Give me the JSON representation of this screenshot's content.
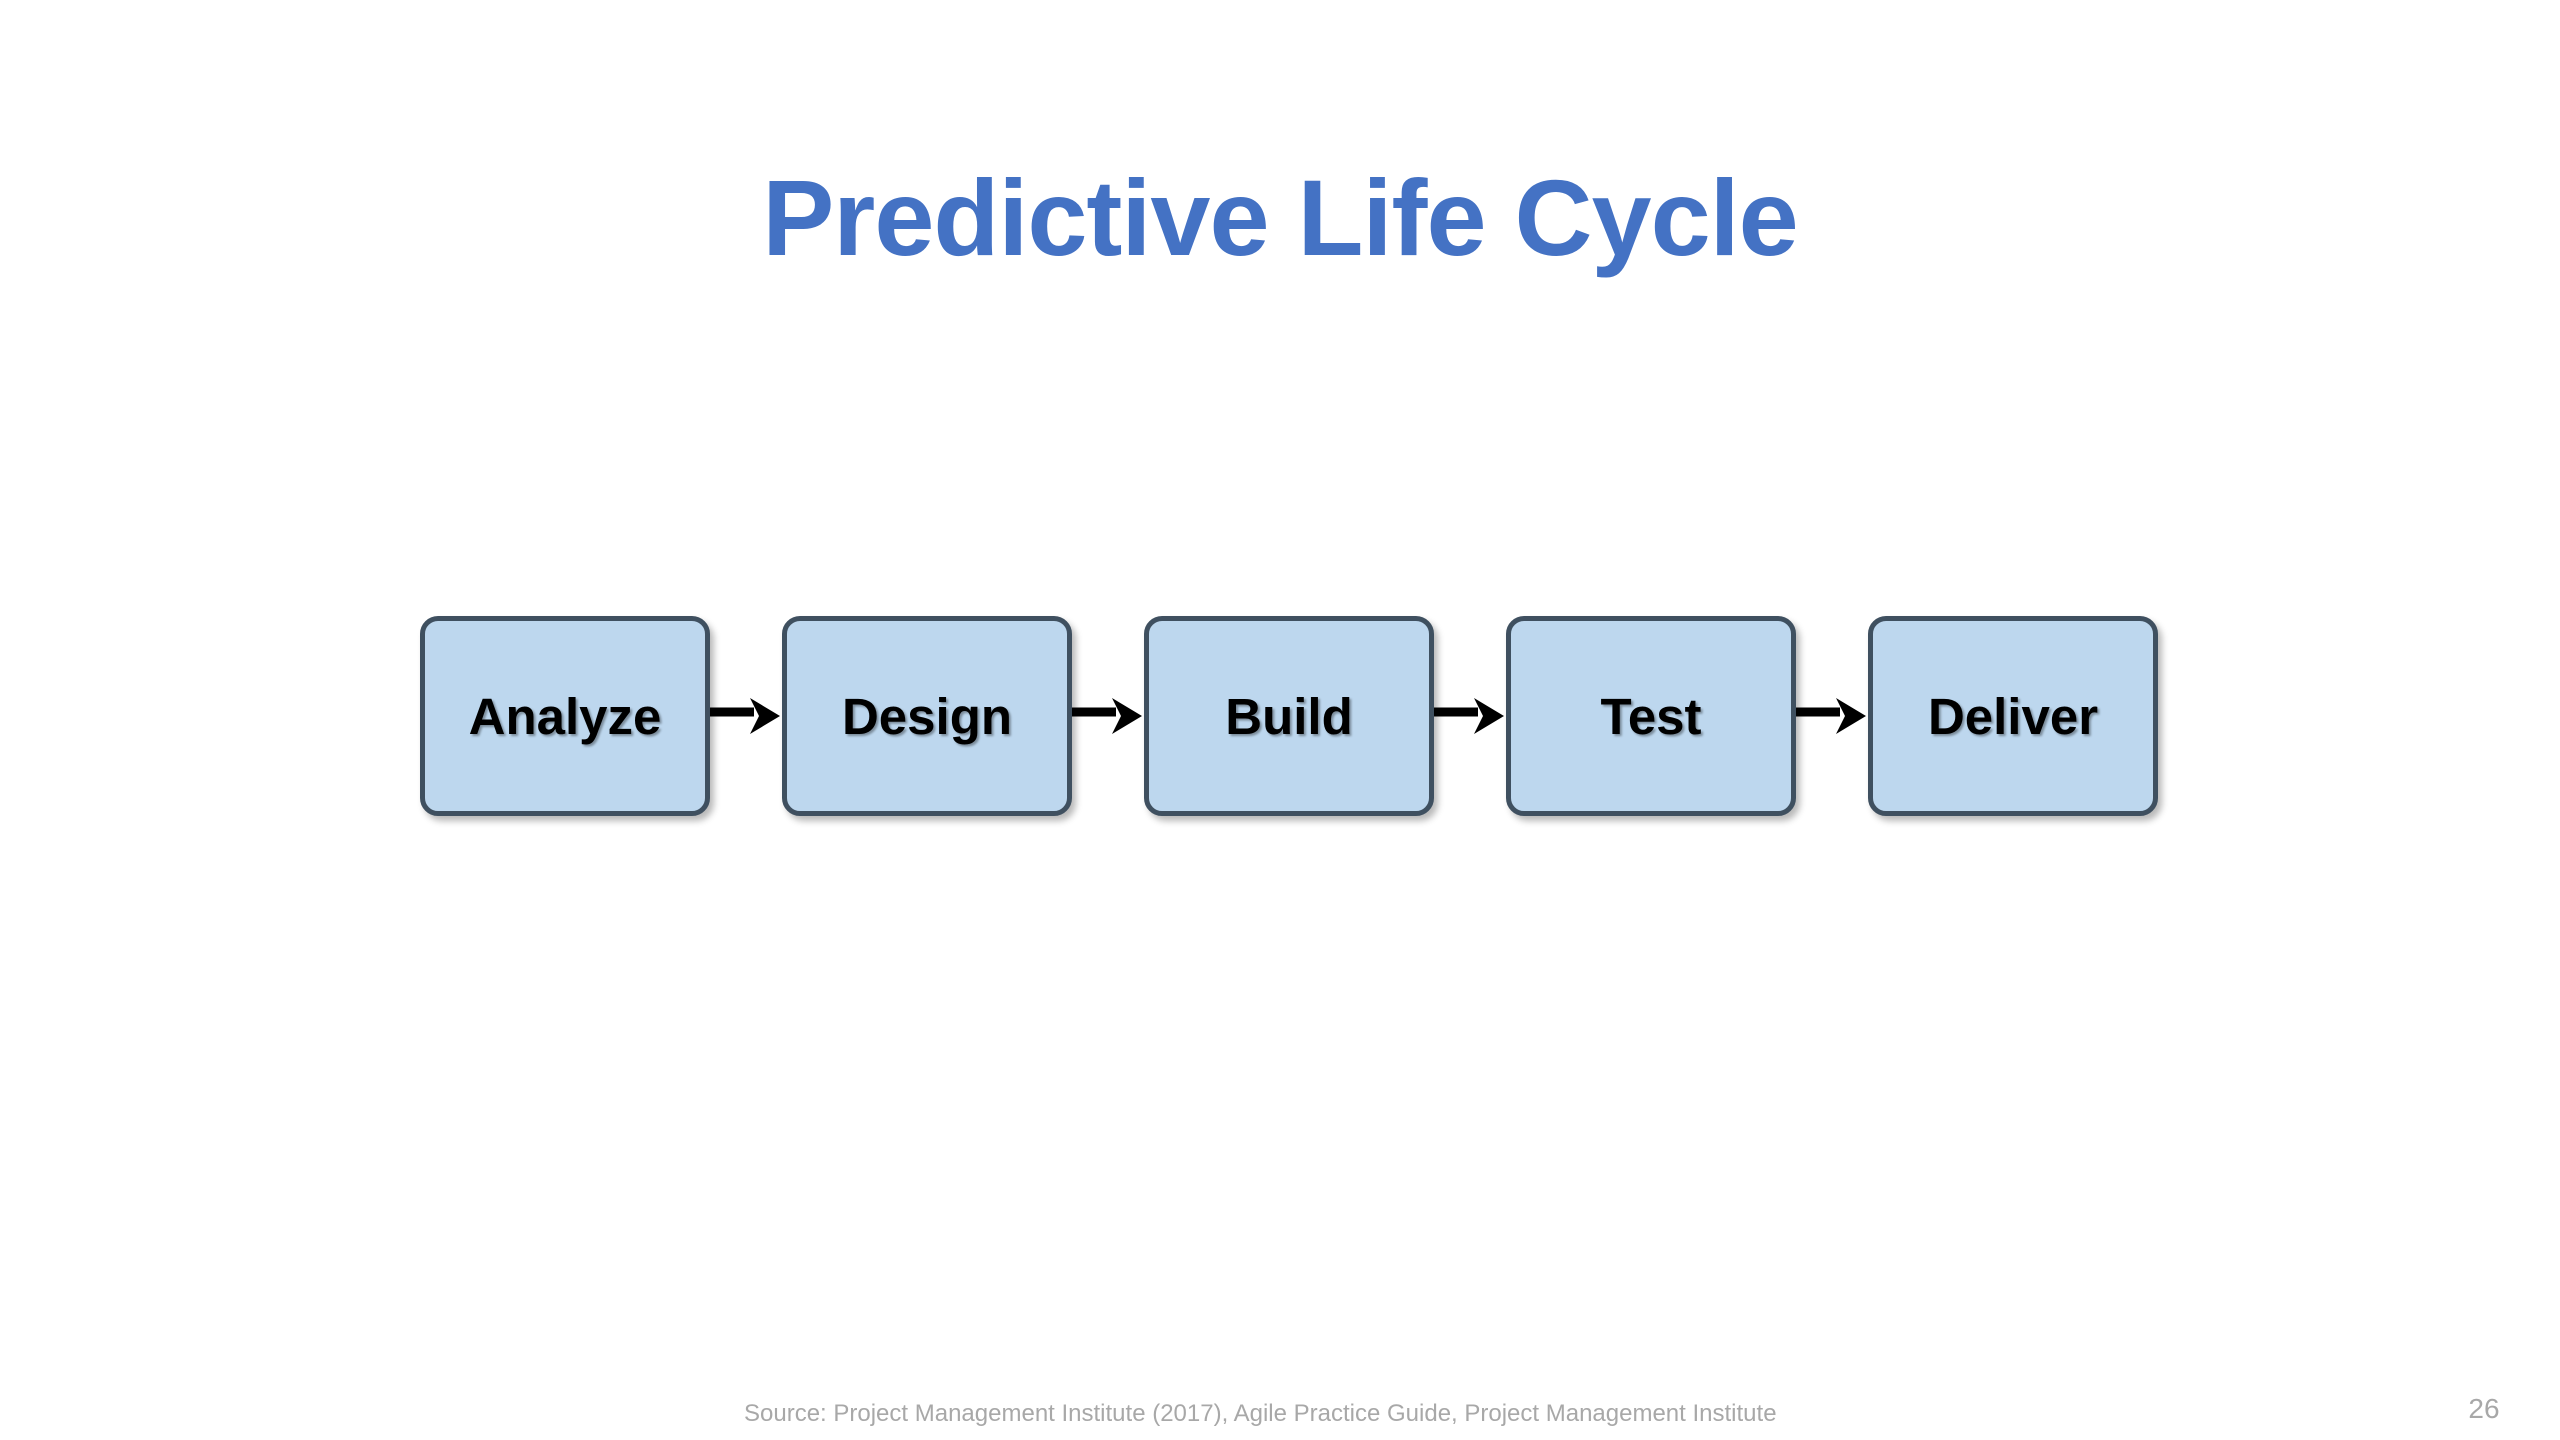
{
  "slide": {
    "title": "Predictive Life Cycle",
    "title_color": "#4472C4",
    "background_color": "#FFFFFF",
    "page_number": "26",
    "source_note": "Source: Project Management Institute (2017), Agile Practice Guide, Project Management Institute"
  },
  "diagram": {
    "type": "linear-process-flow",
    "node_fill_color": "#BDD7EE",
    "node_border_color": "#3F5060",
    "arrow_color": "#000000",
    "arrow_icon_name": "arrow-right-icon",
    "nodes": [
      {
        "label": "Analyze"
      },
      {
        "label": "Design"
      },
      {
        "label": "Build"
      },
      {
        "label": "Test"
      },
      {
        "label": "Deliver"
      }
    ]
  }
}
